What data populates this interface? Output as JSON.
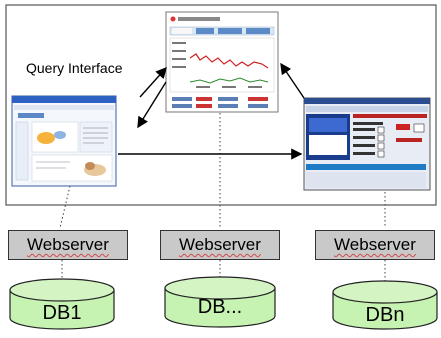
{
  "labels": {
    "query_interface": "Query Interface"
  },
  "webservers": [
    {
      "label": "Webserver"
    },
    {
      "label": "Webserver"
    },
    {
      "label": "Webserver"
    }
  ],
  "databases": [
    {
      "label": "DB1"
    },
    {
      "label": "DB..."
    },
    {
      "label": "DBn"
    }
  ],
  "screenshots": [
    {
      "name": "left-web-portal"
    },
    {
      "name": "center-chart-page"
    },
    {
      "name": "right-data-page"
    }
  ],
  "colors": {
    "frame_border": "#555555",
    "webserver_fill": "#c9c9c9",
    "db_fill": "#c6f2b2",
    "db_stroke": "#222222",
    "arrow": "#000000"
  }
}
